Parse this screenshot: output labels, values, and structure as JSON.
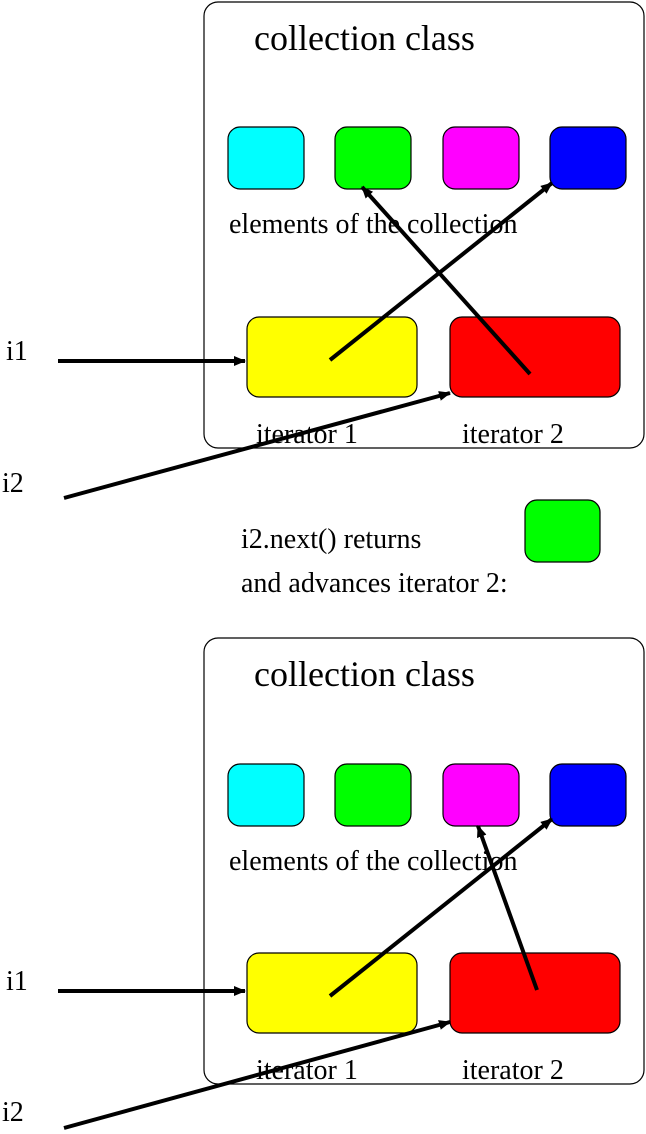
{
  "colors": {
    "cyan": "#00ffff",
    "green": "#00ff00",
    "magenta": "#ff00ff",
    "blue": "#0000ff",
    "yellow": "#ffff00",
    "red": "#ff0000"
  },
  "panels": [
    {
      "title": "collection class",
      "elements_label": "elements of the collection",
      "iterator1_label": "iterator 1",
      "iterator2_label": "iterator 2",
      "element_colors": [
        "cyan",
        "green",
        "magenta",
        "blue"
      ],
      "iterator1_points_to": "blue",
      "iterator2_points_to": "green"
    },
    {
      "title": "collection class",
      "elements_label": "elements of the collection",
      "iterator1_label": "iterator 1",
      "iterator2_label": "iterator 2",
      "element_colors": [
        "cyan",
        "green",
        "magenta",
        "blue"
      ],
      "iterator1_points_to": "blue",
      "iterator2_points_to": "magenta"
    }
  ],
  "variables": {
    "i1": "i1",
    "i2": "i2"
  },
  "caption": {
    "line1": "i2.next() returns",
    "line2": "and advances iterator 2:",
    "returned_color": "green"
  }
}
